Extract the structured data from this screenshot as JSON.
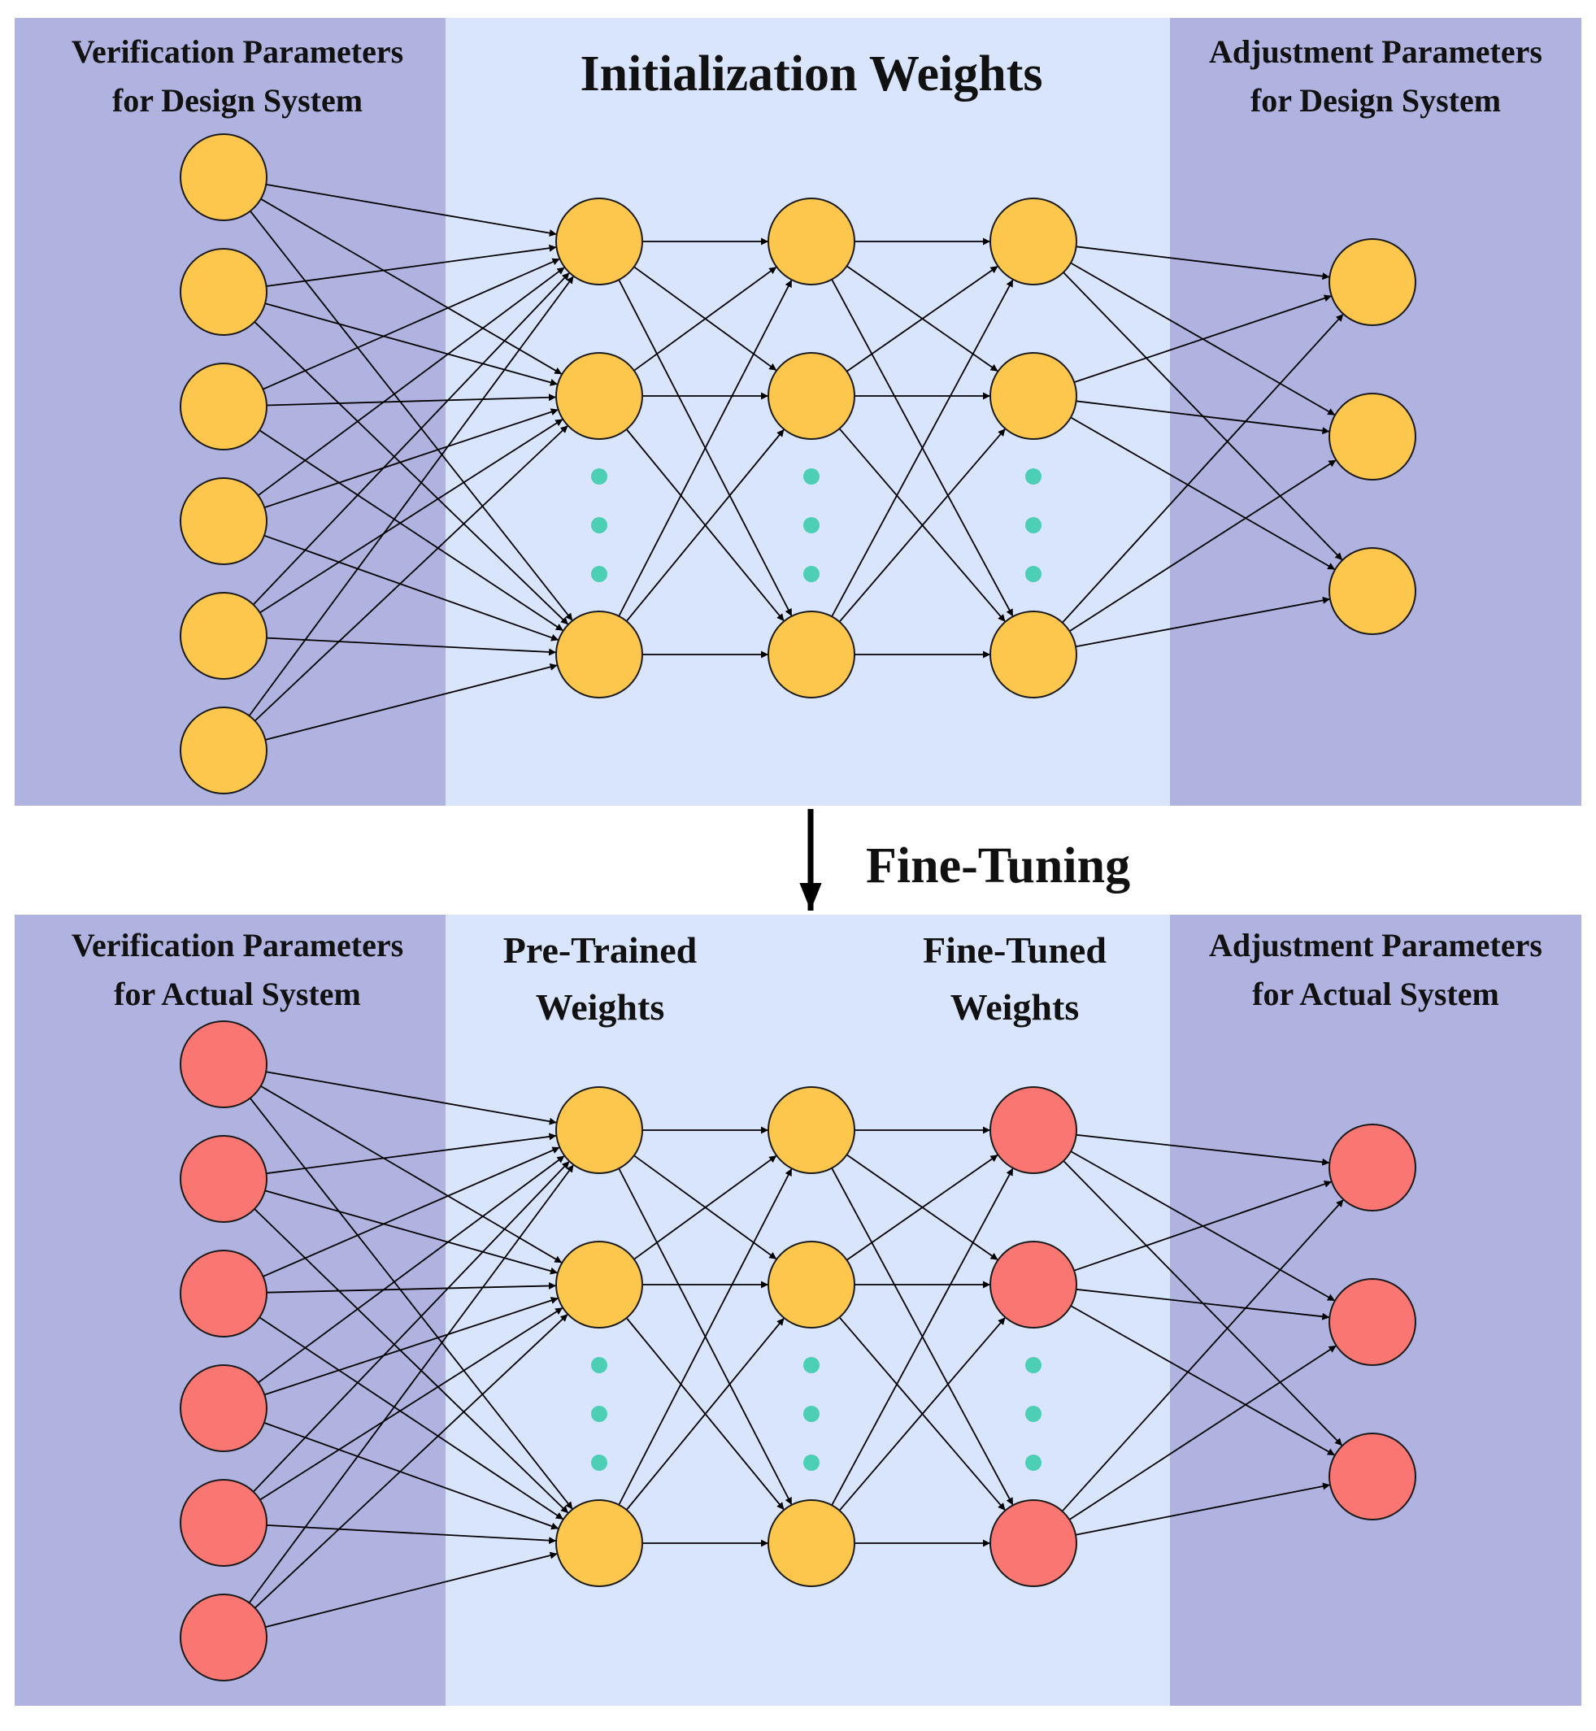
{
  "colors": {
    "side_panel": "#b0b2e0",
    "center_panel": "#d9e4fd",
    "node_yellow": "#fdc74d",
    "node_red": "#fa7673",
    "node_stroke": "#1a1a1a",
    "ellipsis_dot": "#4ccfb4",
    "edge": "#000000"
  },
  "top": {
    "title": "Initialization Weights",
    "left_label": [
      "Verification Parameters",
      "for Design System"
    ],
    "right_label": [
      "Adjustment Parameters",
      "for Design System"
    ],
    "layers": [
      {
        "role": "input",
        "nodes": 6,
        "color": "node_yellow"
      },
      {
        "role": "hidden",
        "nodes": 3,
        "ellipsis": true,
        "color": "node_yellow"
      },
      {
        "role": "hidden",
        "nodes": 3,
        "ellipsis": true,
        "color": "node_yellow"
      },
      {
        "role": "hidden",
        "nodes": 3,
        "ellipsis": true,
        "color": "node_yellow"
      },
      {
        "role": "output",
        "nodes": 3,
        "color": "node_yellow"
      }
    ]
  },
  "transition": {
    "label": "Fine-Tuning",
    "icon": "down-arrow-icon"
  },
  "bottom": {
    "left_label": [
      "Verification Parameters",
      "for Actual System"
    ],
    "pretrained_label": [
      "Pre-Trained",
      "Weights"
    ],
    "finetuned_label": [
      "Fine-Tuned",
      "Weights"
    ],
    "right_label": [
      "Adjustment Parameters",
      "for Actual System"
    ],
    "layers": [
      {
        "role": "input",
        "nodes": 6,
        "color": "node_red"
      },
      {
        "role": "hidden",
        "nodes": 3,
        "ellipsis": true,
        "color": "node_yellow"
      },
      {
        "role": "hidden",
        "nodes": 3,
        "ellipsis": true,
        "color": "node_yellow"
      },
      {
        "role": "hidden",
        "nodes": 3,
        "ellipsis": true,
        "color": "node_red"
      },
      {
        "role": "output",
        "nodes": 3,
        "color": "node_red"
      }
    ]
  }
}
